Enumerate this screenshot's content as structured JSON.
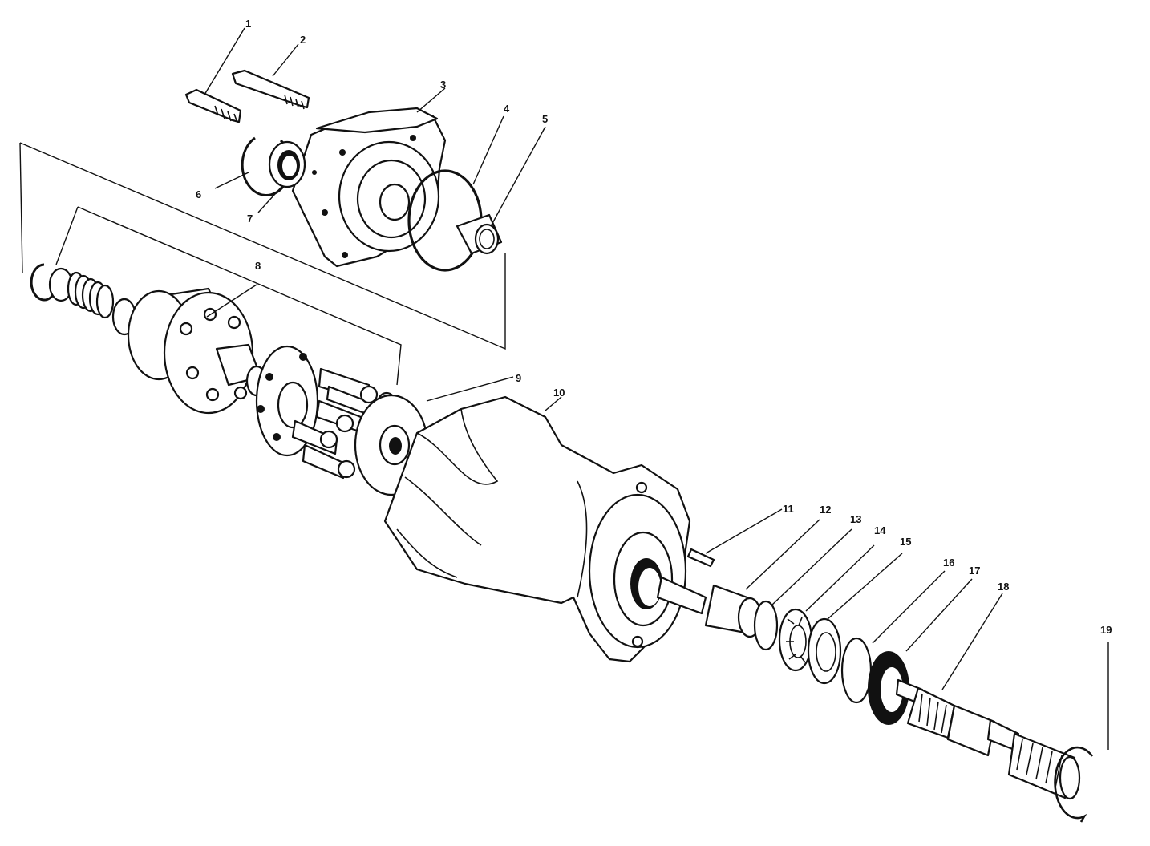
{
  "callouts": [
    "1",
    "2",
    "3",
    "4",
    "5",
    "6",
    "7",
    "8",
    "9",
    "10",
    "11",
    "12",
    "13",
    "14",
    "15",
    "16",
    "17",
    "18",
    "19"
  ],
  "colors": {
    "ink": "#111111",
    "paper": "#ffffff"
  }
}
